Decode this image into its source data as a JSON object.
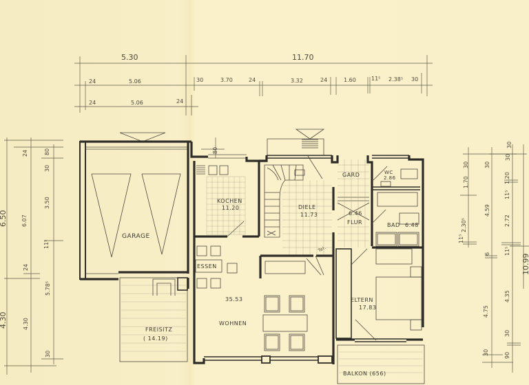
{
  "drawing": {
    "type": "architectural floor plan",
    "paper_color": "#f8efc6",
    "line_color": "#2e2c28"
  },
  "dimensions": {
    "top": {
      "overall": [
        "5.30",
        "11.70"
      ],
      "chain_1": [
        "24",
        "5.06",
        "30",
        "3.70",
        "24",
        "3.32",
        "24",
        "1.60",
        "11⁵",
        "2.38⁵",
        "30"
      ],
      "chain_2": [
        "24",
        "5.06",
        "24"
      ]
    },
    "left": {
      "overall": [
        "6.50",
        "4.30"
      ],
      "chain_1": [
        "24",
        "6.07",
        "24",
        "4.30"
      ],
      "chain_2": [
        "80",
        "30",
        "3.50",
        "11⁵",
        "5.78⁵",
        "30"
      ]
    },
    "right": {
      "chain_1": [
        "30",
        "1.70",
        "2.30⁵",
        "11⁵"
      ],
      "chain_2": [
        "30",
        "4.59",
        "6",
        "4.75",
        "30"
      ],
      "chain_3": [
        "30",
        "1.20",
        "11⁵",
        "2.72",
        "11⁵",
        "4.35",
        "30",
        "90"
      ],
      "partial_overall": "10.99"
    },
    "window_80": "80"
  },
  "rooms": {
    "garage": {
      "name": "GARAGE"
    },
    "kochen": {
      "name": "KOCHEN",
      "area": "11.20"
    },
    "diele": {
      "name": "DIELE",
      "area": "11.73"
    },
    "gard": {
      "name": "GARD"
    },
    "wc": {
      "name": "WC",
      "area": "2.86"
    },
    "flur": {
      "name": "FLUR",
      "area": "6.46"
    },
    "bad": {
      "name": "BAD",
      "area": "6.48"
    },
    "essen": {
      "name": "ESSEN"
    },
    "wohnen": {
      "name": "WOHNEN",
      "area": "35.53"
    },
    "eltern": {
      "name": "ELTERN",
      "area": "17.83"
    },
    "freisitz": {
      "name": "FREISITZ",
      "area": "( 14.19)"
    },
    "balkon": {
      "name": "BALKON (656)"
    },
    "tel_note": "Tel."
  }
}
